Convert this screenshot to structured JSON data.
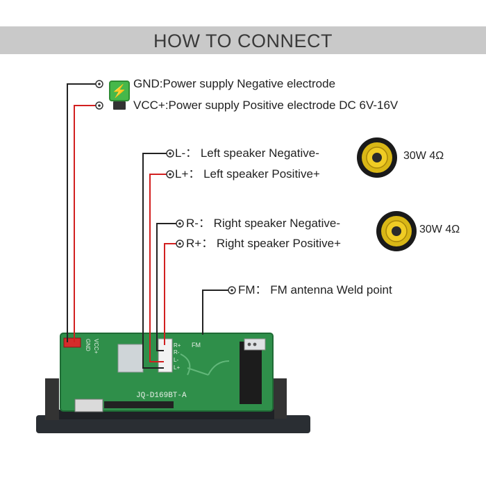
{
  "header": {
    "title": "HOW TO CONNECT"
  },
  "connections": [
    {
      "pin": "GND",
      "text": "GND:Power supply Negative electrode"
    },
    {
      "pin": "VCC+",
      "text": "VCC+:Power supply  Positive electrode DC 6V-16V"
    },
    {
      "pin": "L-",
      "text": "L-： Left speaker Negative-"
    },
    {
      "pin": "L+",
      "text": "L+： Left speaker Positive+"
    },
    {
      "pin": "R-",
      "text": "R-： Right speaker Negative-"
    },
    {
      "pin": "R+",
      "text": "R+： Right speaker Positive+"
    },
    {
      "pin": "FM",
      "text": "FM： FM antenna Weld point"
    }
  ],
  "speakers": [
    {
      "spec": "30W 4Ω"
    },
    {
      "spec": "30W 4Ω"
    }
  ],
  "board": {
    "model": "JQ-D169BT-A",
    "silk": {
      "gnd": "GND",
      "vcc": "VCC+",
      "fm": "FM",
      "rplus": "R+",
      "rminus": "R-",
      "lminus": "L-",
      "lplus": "L+"
    }
  },
  "icons": {
    "power": "power-lightning-icon",
    "speaker": "speaker-icon",
    "terminal": "terminal-ring-icon"
  },
  "colors": {
    "wire_black": "#222222",
    "wire_red": "#d21f1f",
    "pcb_green": "#2f8f4a",
    "header_bg": "#c9c9c9"
  }
}
